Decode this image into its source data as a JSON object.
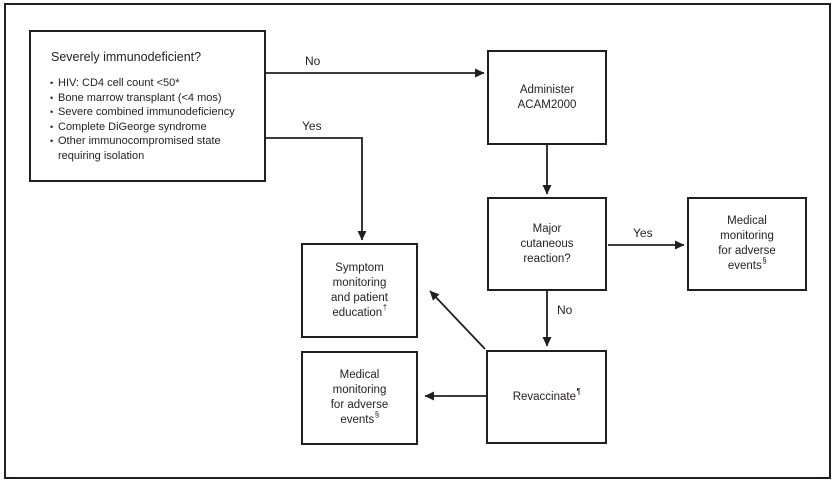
{
  "diagram": {
    "screening": {
      "title": "Severely immunodeficient?",
      "bullets": [
        "HIV: CD4 cell count <50*",
        "Bone marrow transplant (<4 mos)",
        "Severe combined immunodeficiency",
        "Complete DiGeorge syndrome",
        "Other immunocompromised state requiring isolation"
      ]
    },
    "administer": {
      "lines": {
        "0": "Administer",
        "1": "ACAM2000"
      }
    },
    "major_reaction": {
      "lines": {
        "0": "Major",
        "1": "cutaneous",
        "2": "reaction?"
      }
    },
    "medical_monitoring_right": {
      "lines": {
        "0": "Medical",
        "1": "monitoring",
        "2": "for adverse"
      },
      "last": "events",
      "sup": "§"
    },
    "symptom_monitoring": {
      "lines": {
        "0": "Symptom",
        "1": "monitoring",
        "2": "and patient"
      },
      "last": "education",
      "sup": "†"
    },
    "medical_monitoring_bottom": {
      "lines": {
        "0": "Medical",
        "1": "monitoring",
        "2": "for adverse"
      },
      "last": "events",
      "sup": "§"
    },
    "revaccinate": {
      "last": "Revaccinate",
      "sup": "¶"
    },
    "edge_labels": {
      "no_top": "No",
      "yes_left": "Yes",
      "yes_right": "Yes",
      "no_bottom": "No"
    },
    "colors": {
      "line": "#231f20",
      "background": "#ffffff"
    }
  }
}
